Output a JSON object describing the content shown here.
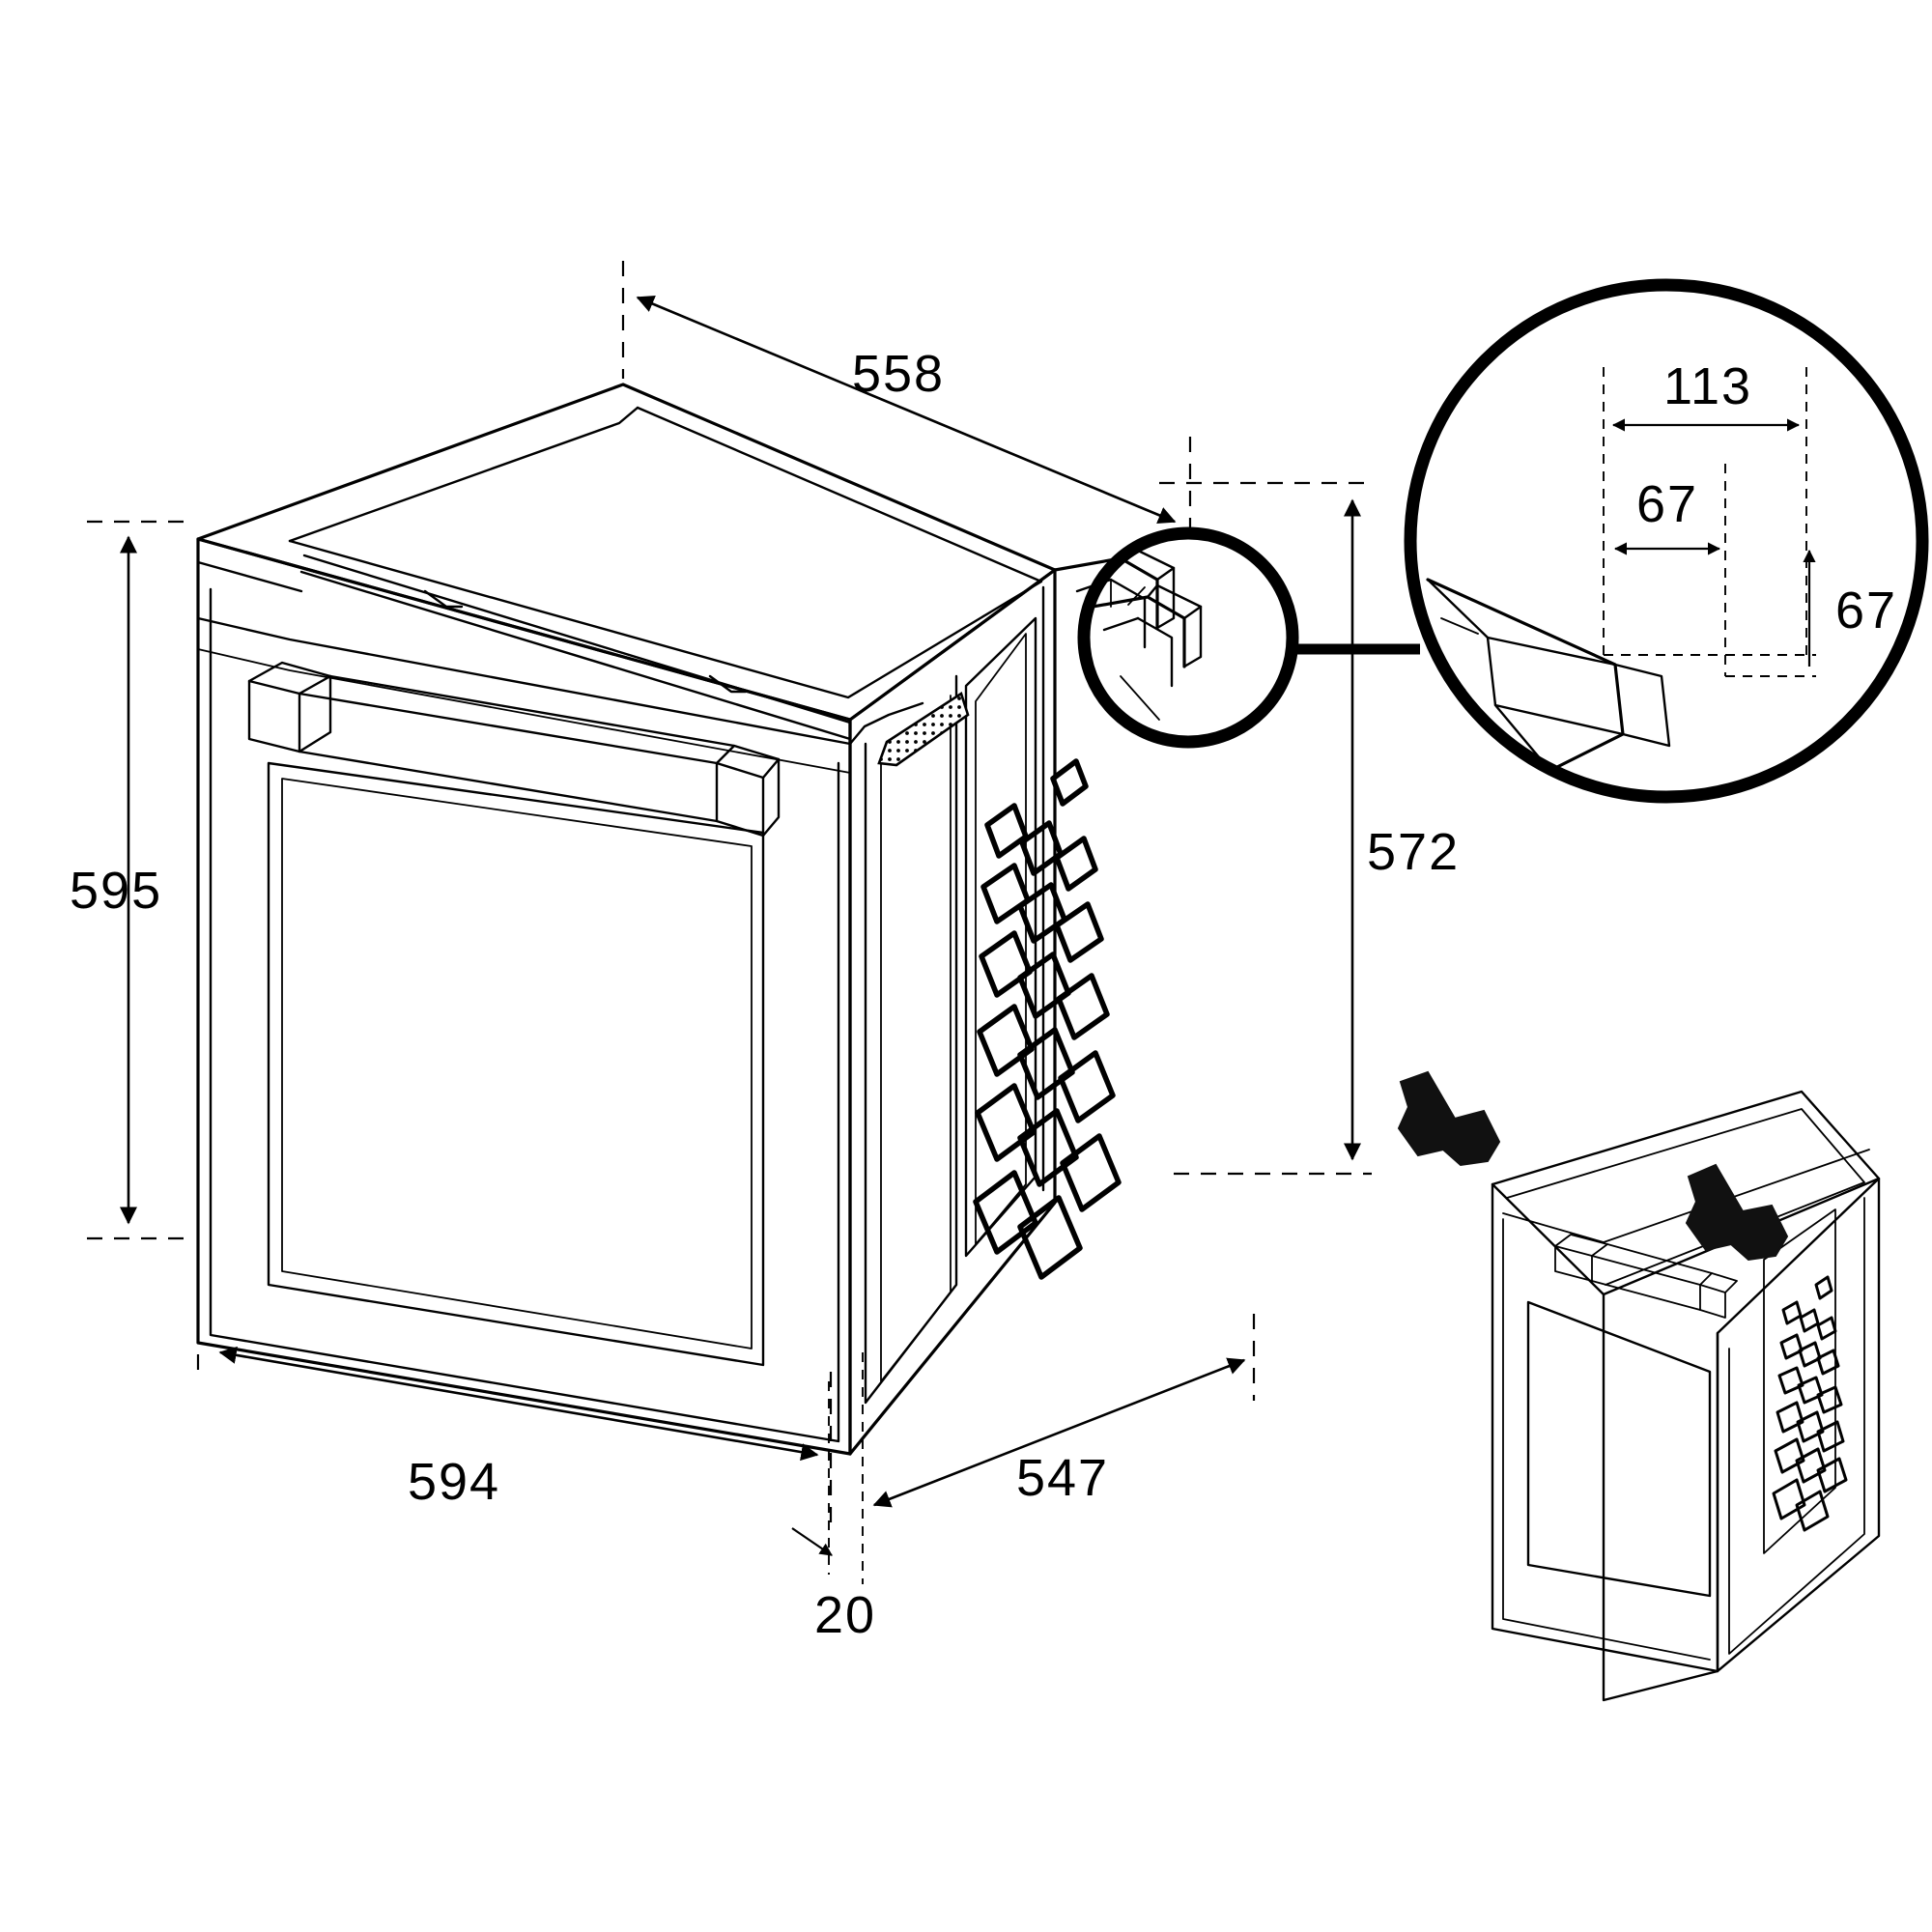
{
  "drawing": {
    "title": "Built-in Oven Dimensional Drawing",
    "subject": "built-in-wall-oven",
    "units": "mm",
    "line_color": "#000000",
    "background_color": "#ffffff"
  },
  "dimensions": {
    "top_width": {
      "label": "558",
      "name": "top-width-558"
    },
    "height": {
      "label": "595",
      "name": "overall-height-595"
    },
    "front_width": {
      "label": "594",
      "name": "front-width-594"
    },
    "depth": {
      "label": "547",
      "name": "depth-547"
    },
    "trim_thickness": {
      "label": "20",
      "name": "trim-thickness-20"
    },
    "rear_height": {
      "label": "572",
      "name": "rear-height-572"
    }
  },
  "detail_callout": {
    "name": "corner-detail-callout",
    "dims": {
      "width": {
        "label": "113",
        "name": "detail-width-113"
      },
      "inner_width": {
        "label": "67",
        "name": "detail-inner-width-67"
      },
      "height": {
        "label": "67",
        "name": "detail-height-67"
      }
    }
  },
  "inset_view": {
    "name": "inset-rear-view",
    "description": "oven with mounting brackets"
  },
  "icons": {
    "magnifier": "magnifier-circle-icon",
    "arrow": "dimension-arrow-icon",
    "bracket": "mounting-bracket-icon",
    "vent": "vent-grille-icon"
  }
}
